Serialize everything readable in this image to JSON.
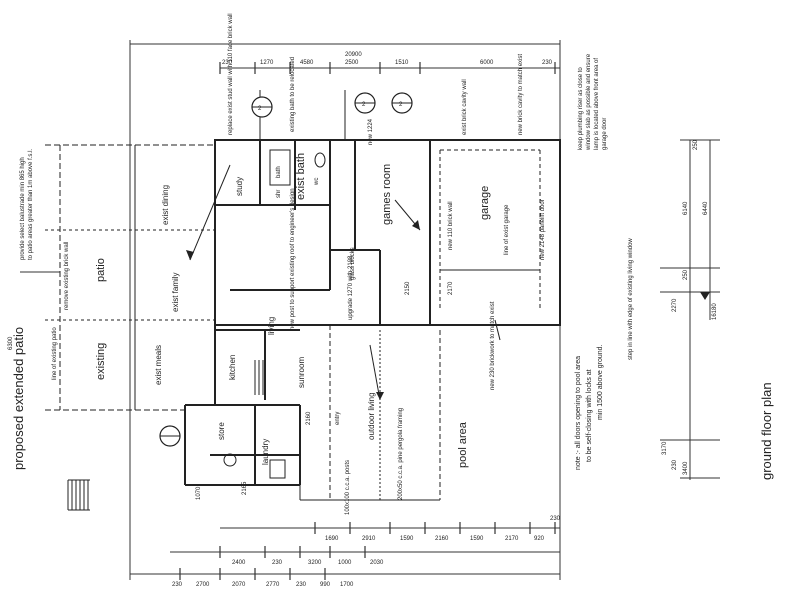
{
  "title": "ground floor plan",
  "proposed_label": "proposed  extended patio",
  "pool_area": "pool area",
  "patio_note": "line of existing patio",
  "rooms": {
    "exist_dining": "exist dining",
    "patio": "patio",
    "existing": "existing",
    "exist_meals": "exist meals",
    "exist_family": "exist family",
    "kitchen": "kitchen",
    "study": "study",
    "living": "living",
    "sunroom": "sunroom",
    "exist_bath": "exist bath",
    "games_room": "games room",
    "garage": "garage",
    "store": "store",
    "laundry": "laundry",
    "outdoor_living": "outdoor living",
    "entry": "entry",
    "glass_blocks": "glass blocks",
    "wc": "wc",
    "bath": "bath",
    "shower": "shr"
  },
  "annotations": {
    "pool_note_1": "note :- all doors opening to pool area",
    "pool_note_2": "to be self-closing with locks at",
    "pool_note_3": "min 1500 above ground.",
    "plumbing_1": "keep plumbing riser as close to",
    "plumbing_2": "window slab as possible and ensure",
    "plumbing_3": "lamp is located above front area of",
    "plumbing_4": "garage door",
    "balustrade_1": "provide select balustrade min 865 high",
    "balustrade_2": "to patio areas greater than 1m above f.s.l.",
    "remove_wall": "remove existing brick wall",
    "new_slab": "new 230 brickwork to match exist",
    "replace_wall": "replace exist stud wall with 110 face brick wall",
    "bath_relocated": "existing bath to be relocated",
    "cca_pergola": "200x50 c.c.a. pine pergola framing",
    "cca_post": "100x100 c.c.a. posts",
    "exist_brick_cavity": "exist brick cavity wall",
    "new_brick_cavity": "new brick cavity to match exist",
    "new_garage_door": "new 2148 panelift door",
    "line_of_garage": "line of exist garage",
    "new_brick_wall": "new 110 brick wall",
    "new_post": "new post to support existing roof to engineer's design",
    "upgrade_door": "upgrade 1270 with 2108",
    "step_line": "step in line with edge of existing living window",
    "new_window": "new 1224"
  },
  "dimensions": {
    "overall_top": "20900",
    "top_segments": [
      "230",
      "1270",
      "4580",
      "2500",
      "1510",
      "6000",
      "230"
    ],
    "bottom_row1": [
      "1690",
      "2910",
      "1590",
      "2160",
      "1590",
      "2170",
      "920",
      "230"
    ],
    "bottom_row2": [
      "2400",
      "230",
      "3200",
      "1000",
      "2030"
    ],
    "bottom_row3": [
      "230",
      "2700",
      "2070",
      "2770",
      "230",
      "990",
      "1700"
    ],
    "right_segments": [
      "250",
      "6140",
      "6440",
      "250",
      "2270",
      "16180",
      "3170",
      "230",
      "3400"
    ],
    "left_side": [
      "6300",
      "1070"
    ],
    "floor_levels": [
      "2150",
      "2165",
      "2170",
      "2160"
    ],
    "sections": [
      "2",
      "2",
      "2"
    ]
  }
}
